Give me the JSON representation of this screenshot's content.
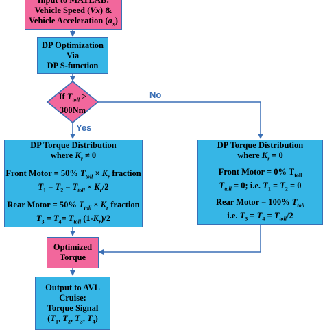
{
  "input_box": {
    "line1": "Input to MATLAB:",
    "line2": "Vehicle Speed (Vx) &",
    "line3": "Vehicle Acceleration (ax)"
  },
  "dp_opt_box": {
    "line1": "DP Optimization",
    "line2": "Via",
    "line3": "DP S-function"
  },
  "decision": {
    "line1": "If Ttoll >",
    "line2": "300Nm"
  },
  "labels": {
    "no": "No",
    "yes": "Yes"
  },
  "left_box": {
    "title": "DP Torque Distribution",
    "condition": "where Kr ≠ 0",
    "front_line1": "Front Motor = 50% Ttoll × Kr fraction",
    "front_line2": "T1 = T2 = Ttoll × Kr/2",
    "rear_line1": "Rear Motor = 50% Ttoll × Kr fraction",
    "rear_line2": "T3 = T4 = Ttoll (1-Kr)/2"
  },
  "right_box": {
    "title": "DP Torque Distribution",
    "condition": "where Kr = 0",
    "front_line1": "Front Motor = 0% Ttoll",
    "front_line2": "Ttoll = 0; i.e. T1 = T2 = 0",
    "rear_line1": "Rear Motor = 100% Ttoll",
    "rear_line2": "i.e. T3 = T4 = Ttoll/2"
  },
  "optimized_box": {
    "line1": "Optimized",
    "line2": "Torque"
  },
  "output_box": {
    "line1": "Output to AVL",
    "line2": "Cruise:",
    "line3": "Torque Signal",
    "line4": "(T1, T2, T3, T4)"
  },
  "colors": {
    "pink": "#f2679c",
    "cyan": "#36b6e6",
    "border": "#3a6fb5",
    "arrow": "#3a6fb5"
  }
}
